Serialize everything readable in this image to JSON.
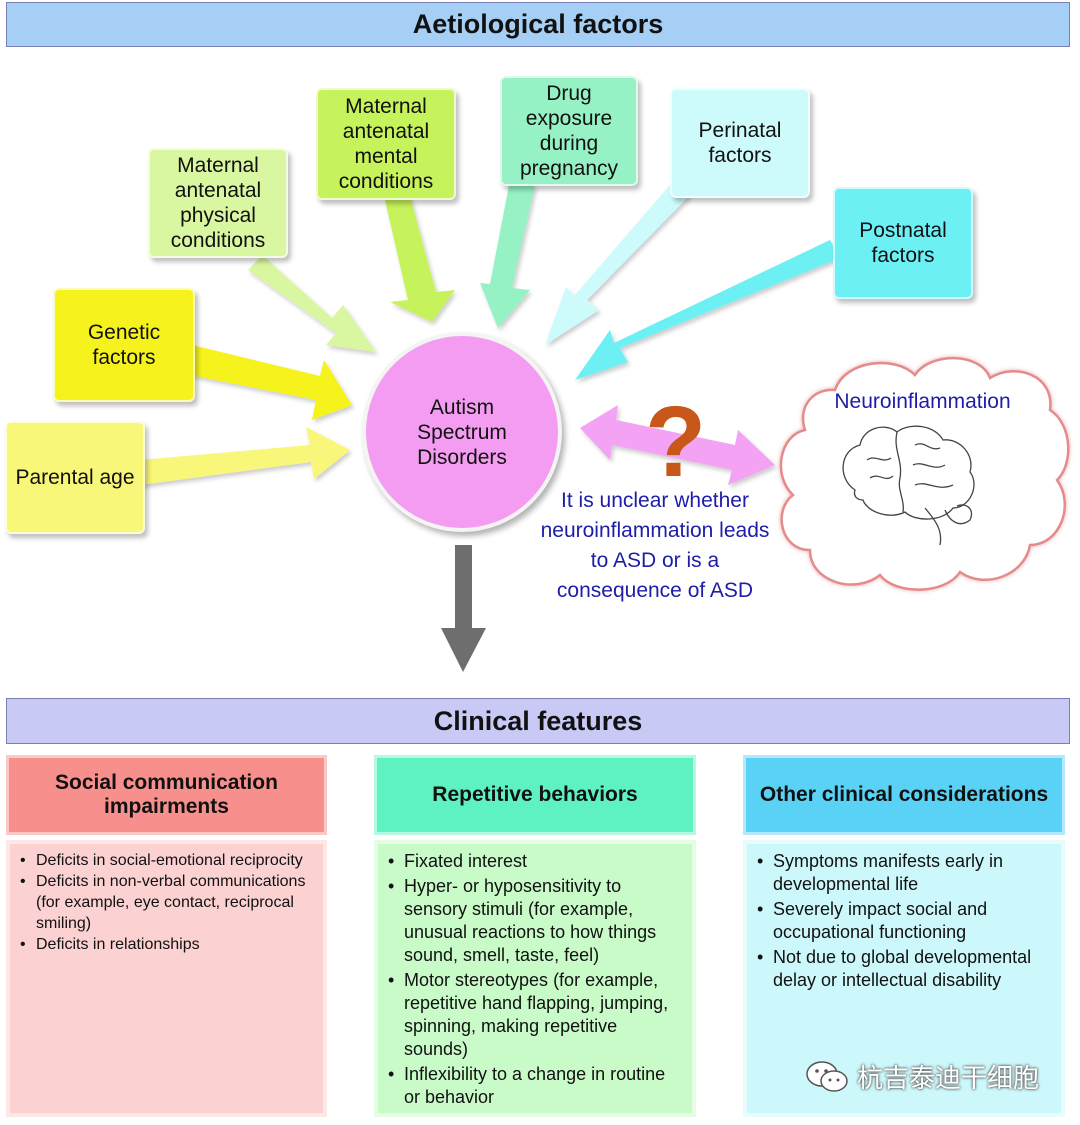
{
  "header": {
    "title": "Aetiological factors"
  },
  "factors": [
    {
      "id": "parental",
      "label": "Parental age",
      "color": "#f8f77a"
    },
    {
      "id": "genetic",
      "label": "Genetic\nfactors",
      "color": "#f6f21e"
    },
    {
      "id": "physical",
      "label": "Maternal\nantenatal\nphysical\nconditions",
      "color": "#d9f6a0"
    },
    {
      "id": "mental",
      "label": "Maternal\nantenatal\nmental\nconditions",
      "color": "#c6f25b"
    },
    {
      "id": "drug",
      "label": "Drug\nexposure\nduring\npregnancy",
      "color": "#96f2c4"
    },
    {
      "id": "perinatal",
      "label": "Perinatal\nfactors",
      "color": "#cdfafb"
    },
    {
      "id": "postnatal",
      "label": "Postnatal\nfactors",
      "color": "#6cf0f4"
    }
  ],
  "center": {
    "label": "Autism\nSpectrum\nDisorders",
    "color": "#f49cf2"
  },
  "question_mark": "?",
  "note": "It is unclear whether\nneuroinflammation leads\nto ASD or is a\nconsequence of ASD",
  "cloud": {
    "label": "Neuroinflammation"
  },
  "clinical": {
    "title": "Clinical features",
    "columns": [
      {
        "title": "Social communication\nimpairments",
        "header_color": "#f7908c",
        "body_color": "#fbd1d1",
        "items": [
          "Deficits in social-emotional reciprocity",
          "Deficits in non-verbal communications (for example, eye contact, reciprocal smiling)",
          "Deficits in relationships"
        ]
      },
      {
        "title": "Repetitive behaviors",
        "header_color": "#5ef2c3",
        "body_color": "#c9fbc9",
        "items": [
          "Fixated interest",
          "Hyper- or hyposensitivity  to sensory stimuli (for example, unusual reactions to how things sound, smell, taste, feel)",
          "Motor stereotypes (for example, repetitive hand flapping, jumping, spinning, making repetitive sounds)",
          "Inflexibility  to a change in routine or behavior"
        ]
      },
      {
        "title": "Other clinical considerations",
        "header_color": "#5ad2f5",
        "body_color": "#cdf8fb",
        "items": [
          "Symptoms manifests early in developmental life",
          "Severely impact social and occupational functioning",
          "Not due to global developmental delay or intellectual disability"
        ]
      }
    ]
  },
  "watermark": "杭吉泰迪干细胞"
}
